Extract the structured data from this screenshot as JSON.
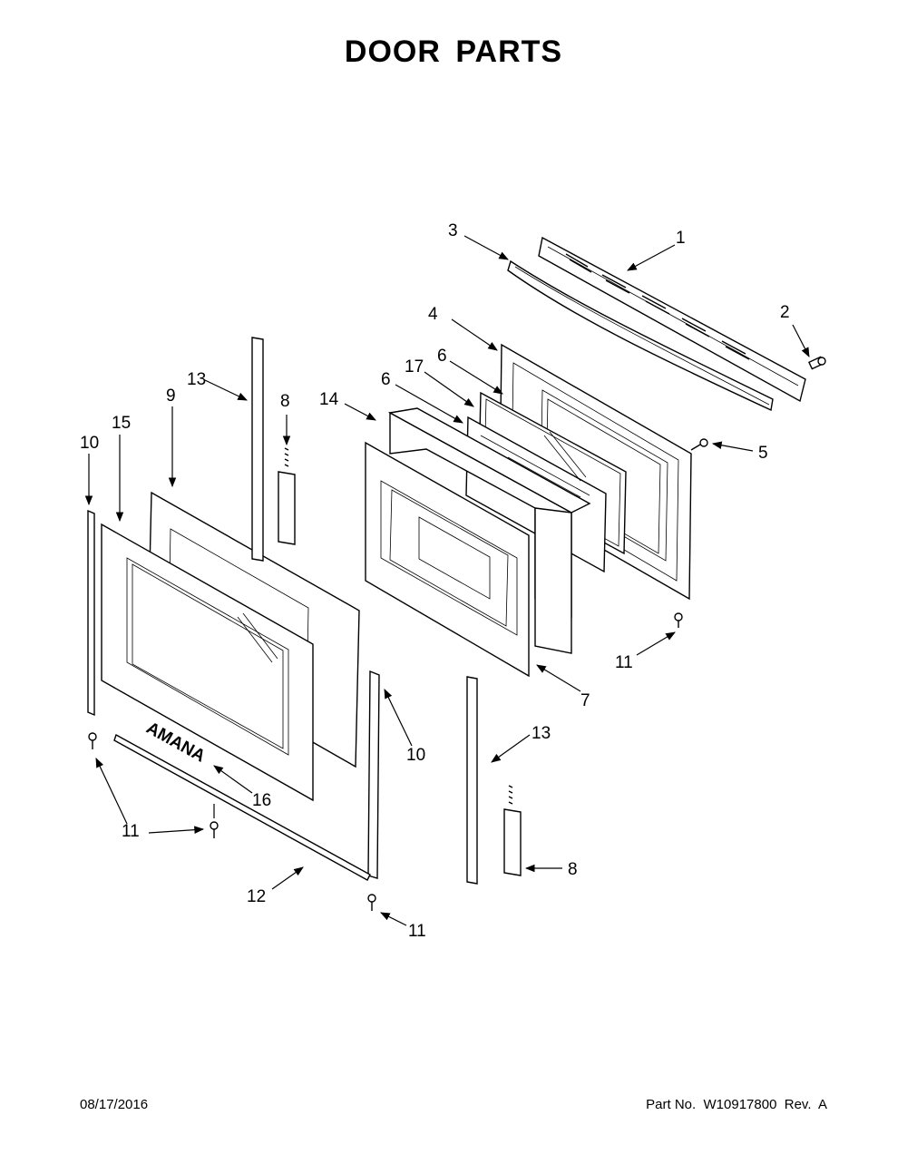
{
  "title": "DOOR PARTS",
  "brand_mark": "AMANA",
  "footer": {
    "date": "08/17/2016",
    "part_number": "Part No.  W10917800  Rev.  A"
  },
  "callouts": [
    {
      "label": "1"
    },
    {
      "label": "2"
    },
    {
      "label": "3"
    },
    {
      "label": "4"
    },
    {
      "label": "5"
    },
    {
      "label": "6"
    },
    {
      "label": "6"
    },
    {
      "label": "7"
    },
    {
      "label": "8"
    },
    {
      "label": "8"
    },
    {
      "label": "9"
    },
    {
      "label": "10"
    },
    {
      "label": "10"
    },
    {
      "label": "11"
    },
    {
      "label": "11"
    },
    {
      "label": "11"
    },
    {
      "label": "11"
    },
    {
      "label": "12"
    },
    {
      "label": "13"
    },
    {
      "label": "13"
    },
    {
      "label": "14"
    },
    {
      "label": "15"
    },
    {
      "label": "16"
    },
    {
      "label": "17"
    }
  ]
}
